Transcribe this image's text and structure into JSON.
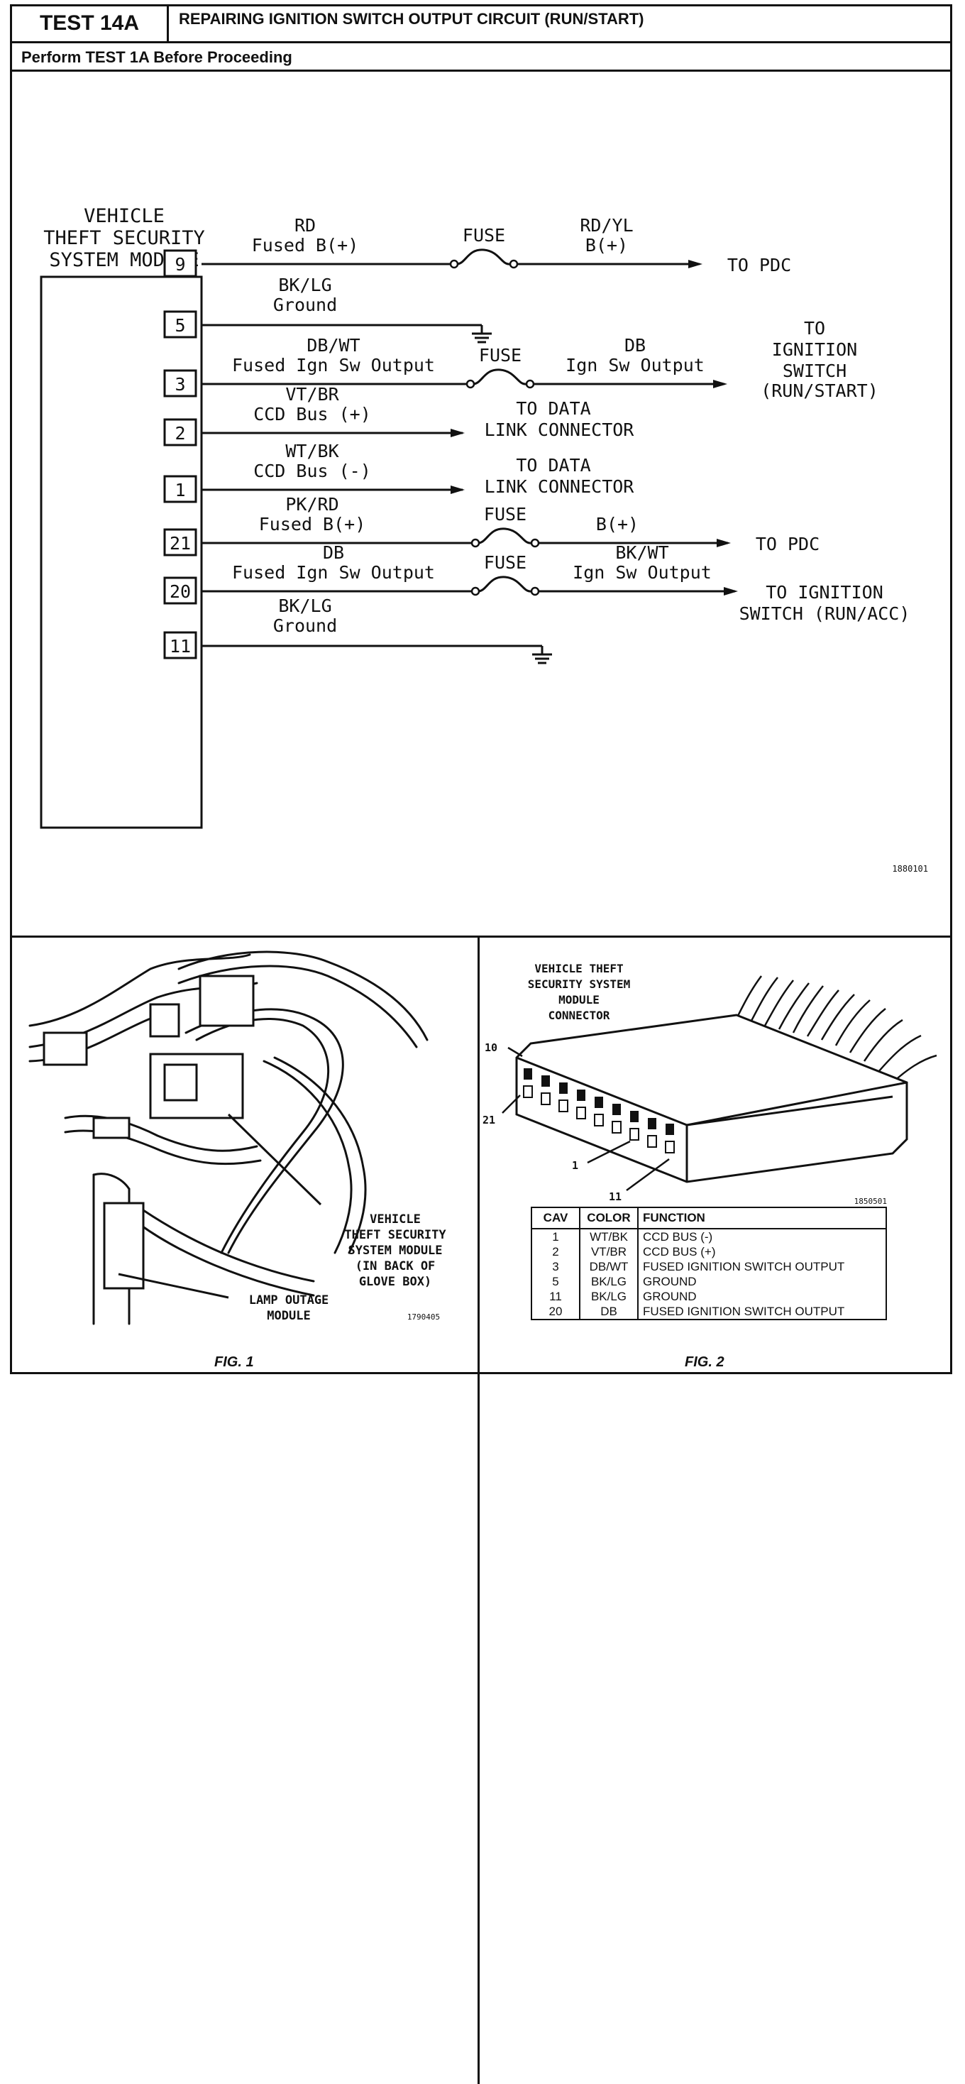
{
  "header": {
    "test_id": "TEST 14A",
    "title": "REPAIRING IGNITION SWITCH OUTPUT CIRCUIT (RUN/START)",
    "subtitle": "Perform TEST 1A Before Proceeding"
  },
  "schematic": {
    "module_label": [
      "VEHICLE",
      "THEFT SECURITY",
      "SYSTEM MODULE"
    ],
    "figure_code": "1880101",
    "circuits": [
      {
        "pin": "9",
        "color": "RD",
        "name": "Fused B(+)",
        "fuse": "FUSE",
        "out_color": "RD/YL",
        "out_name": "B(+)",
        "dest": [
          "TO PDC"
        ]
      },
      {
        "pin": "5",
        "color": "BK/LG",
        "name": "Ground",
        "dest": []
      },
      {
        "pin": "3",
        "color": "DB/WT",
        "name": "Fused Ign Sw Output",
        "fuse": "FUSE",
        "out_color": "DB",
        "out_name": "Ign Sw Output",
        "dest": [
          "TO",
          "IGNITION",
          "SWITCH",
          "(RUN/START)"
        ]
      },
      {
        "pin": "2",
        "color": "VT/BR",
        "name": "CCD Bus (+)",
        "dest": [
          "TO DATA",
          "LINK CONNECTOR"
        ]
      },
      {
        "pin": "1",
        "color": "WT/BK",
        "name": "CCD Bus (-)",
        "dest": [
          "TO DATA",
          "LINK CONNECTOR"
        ]
      },
      {
        "pin": "21",
        "color": "PK/RD",
        "name": "Fused B(+)",
        "fuse": "FUSE",
        "out_color": "",
        "out_name": "B(+)",
        "dest": [
          "TO PDC"
        ]
      },
      {
        "pin": "20",
        "color": "DB",
        "name": "Fused Ign Sw Output",
        "fuse": "FUSE",
        "out_color": "BK/WT",
        "out_name": "Ign Sw Output",
        "dest": [
          "TO IGNITION",
          "SWITCH (RUN/ACC)"
        ]
      },
      {
        "pin": "11",
        "color": "BK/LG",
        "name": "Ground",
        "dest": []
      }
    ]
  },
  "fig1": {
    "caption": "FIG. 1",
    "code": "1790405",
    "label_module": [
      "VEHICLE",
      "THEFT SECURITY",
      "SYSTEM MODULE",
      "(IN BACK OF",
      "GLOVE BOX)"
    ],
    "label_lamp": [
      "LAMP OUTAGE",
      "MODULE"
    ]
  },
  "fig2": {
    "caption": "FIG. 2",
    "code": "1850501",
    "connector_label": [
      "VEHICLE THEFT",
      "SECURITY SYSTEM",
      "MODULE",
      "CONNECTOR"
    ],
    "pin_callouts": [
      "10",
      "21",
      "1",
      "11"
    ],
    "table": {
      "headers": [
        "CAV",
        "COLOR",
        "FUNCTION"
      ],
      "rows": [
        [
          "1",
          "WT/BK",
          "CCD BUS (-)"
        ],
        [
          "2",
          "VT/BR",
          "CCD BUS (+)"
        ],
        [
          "3",
          "DB/WT",
          "FUSED IGNITION SWITCH OUTPUT"
        ],
        [
          "5",
          "BK/LG",
          "GROUND"
        ],
        [
          "11",
          "BK/LG",
          "GROUND"
        ],
        [
          "20",
          "DB",
          "FUSED IGNITION SWITCH OUTPUT"
        ]
      ]
    }
  }
}
